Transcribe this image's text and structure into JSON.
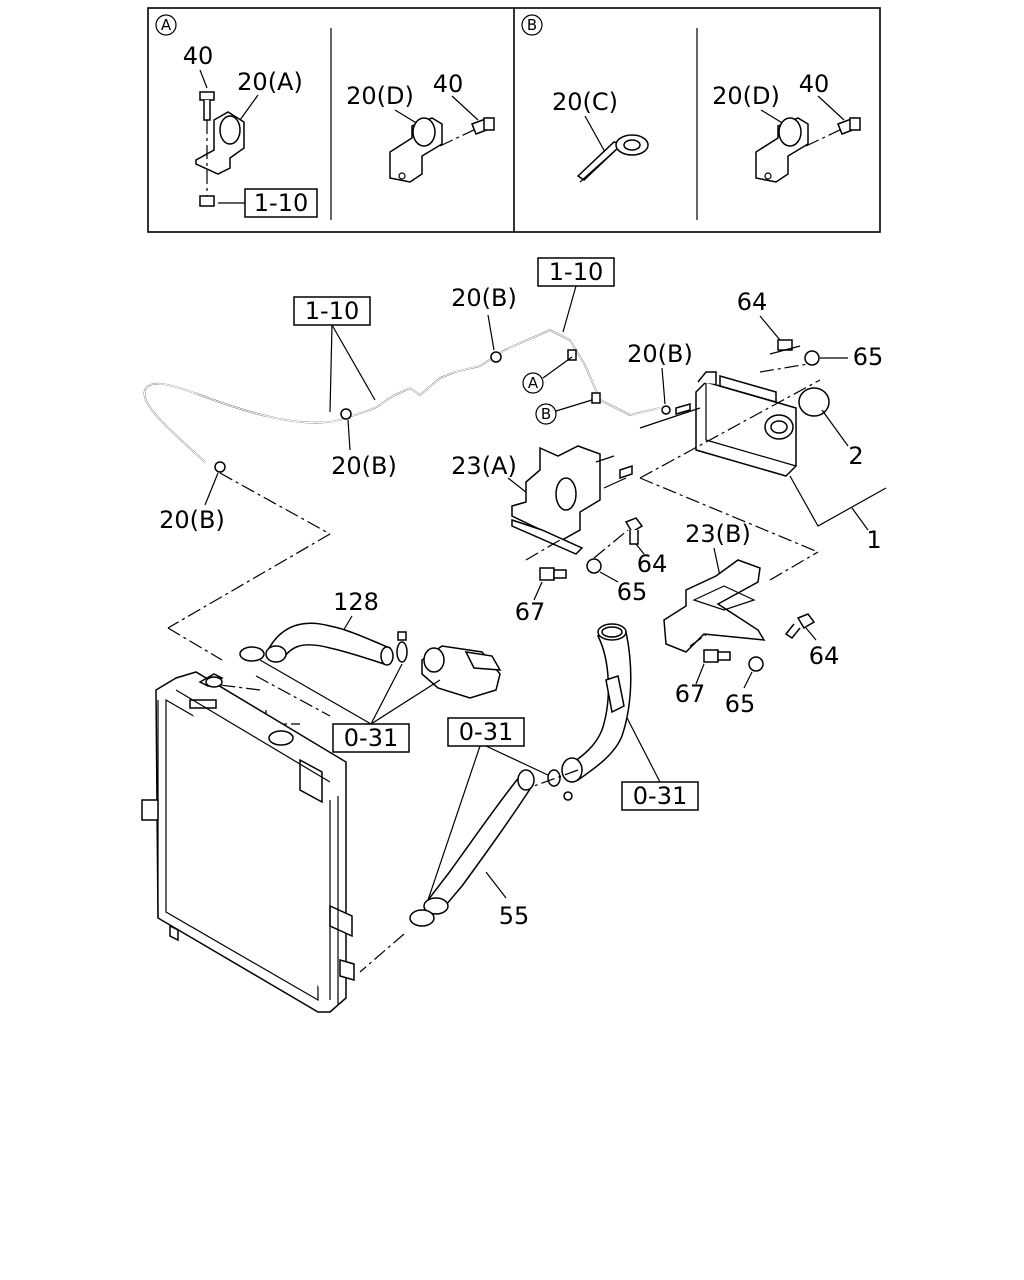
{
  "detail_panels": {
    "A": {
      "marker": "A",
      "left": {
        "bolt": "40",
        "clip": "20(A)",
        "ref": "1-10"
      },
      "right": {
        "clip": "20(D)",
        "bolt": "40"
      }
    },
    "B": {
      "marker": "B",
      "left": {
        "clip": "20(C)"
      },
      "right": {
        "clip": "20(D)",
        "bolt": "40"
      }
    }
  },
  "callouts": {
    "ref_hose_left": "1-10",
    "ref_hose_top": "1-10",
    "clip_20b_top": "20(B)",
    "clip_20b_mid": "20(B)",
    "clip_20b_right": "20(B)",
    "clip_20b_left": "20(B)",
    "marker_a": "A",
    "marker_b": "B",
    "bolt_64_top": "64",
    "nut_65_top": "65",
    "cap_2": "2",
    "tank_1": "1",
    "bracket_23a": "23(A)",
    "bolt_64_mid": "64",
    "nut_65_mid": "65",
    "bolt_67_mid": "67",
    "bracket_23b": "23(B)",
    "bolt_64_right": "64",
    "bolt_67_right": "67",
    "nut_65_right": "65",
    "hose_128": "128",
    "ref_031_left": "0-31",
    "ref_031_mid": "0-31",
    "ref_031_right": "0-31",
    "hose_55": "55"
  }
}
